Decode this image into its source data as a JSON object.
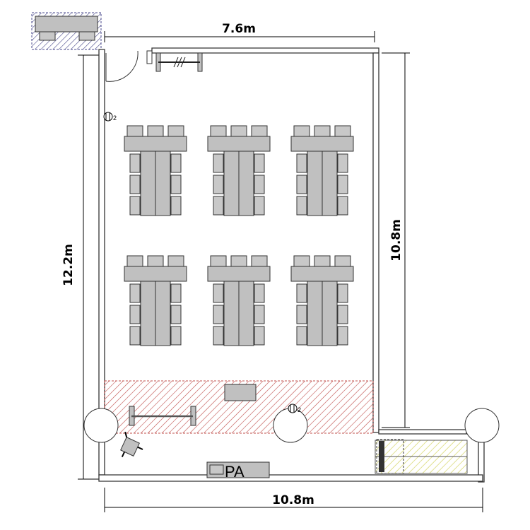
{
  "dimensions": {
    "top_width": "7.6m",
    "left_height": "12.2m",
    "right_height": "10.8m",
    "bottom_width": "10.8m"
  },
  "labels": {
    "pa": "PA",
    "outlet_top": "2",
    "outlet_stage": "2"
  },
  "layout": {
    "table_groups": 6,
    "chairs_per_group": 9
  },
  "colors": {
    "furniture": "#c0c0c0",
    "stage_hatch": "#c0504d",
    "storage_hatch": "#4a4a8c",
    "area_hatch": "#d8d870"
  }
}
